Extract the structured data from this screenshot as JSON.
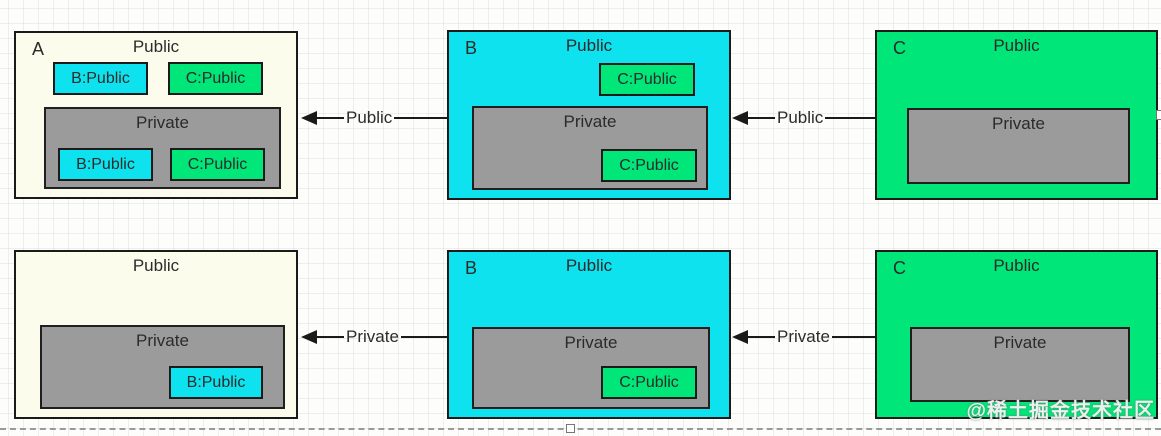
{
  "diagram": {
    "description_labels": {
      "public_section": "Public",
      "private_section": "Private"
    },
    "boxes": {
      "a1": {
        "label": "A",
        "title": "Public",
        "public_children": [
          "B:Public",
          "C:Public"
        ],
        "private_title": "Private",
        "private_children": [
          "B:Public",
          "C:Public"
        ]
      },
      "b1": {
        "label": "B",
        "title": "Public",
        "public_children": [
          "C:Public"
        ],
        "private_title": "Private",
        "private_children": [
          "C:Public"
        ]
      },
      "c1": {
        "label": "C",
        "title": "Public",
        "private_title": "Private"
      },
      "a2": {
        "title": "Public",
        "private_title": "Private",
        "private_children": [
          "B:Public"
        ]
      },
      "b2": {
        "label": "B",
        "title": "Public",
        "private_title": "Private",
        "private_children": [
          "C:Public"
        ]
      },
      "c2": {
        "label": "C",
        "title": "Public",
        "private_title": "Private"
      }
    },
    "arrows": {
      "top1": "Public",
      "top2": "Public",
      "bottom1": "Private",
      "bottom2": "Private"
    },
    "watermark": "@稀土掘金技术社区",
    "colors": {
      "cream": "#FCFCEC",
      "cyan": "#0FE2EF",
      "green": "#00E678",
      "gray": "#9B9B9B",
      "border": "#1A1A1A"
    }
  }
}
